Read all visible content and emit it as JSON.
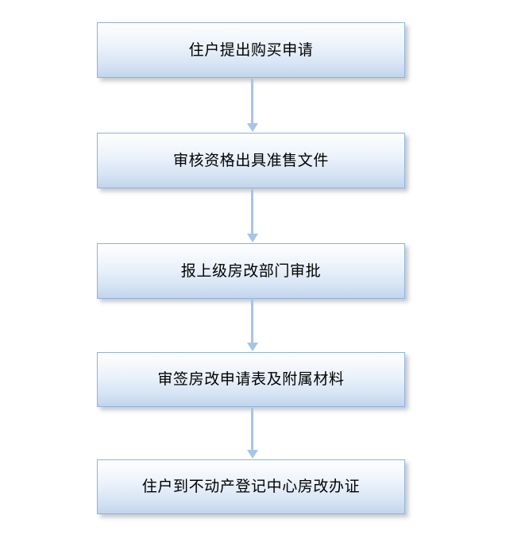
{
  "diagram": {
    "type": "flowchart",
    "orientation": "vertical",
    "title": "",
    "colors": {
      "node_border": "#8db3e2",
      "node_fill_top": "#fdfefe",
      "node_fill_bottom": "#c2d5ec",
      "connector": "#a6c5e7",
      "text": "#000000",
      "background": "#ffffff",
      "shadow": "rgba(120,128,138,0.42)"
    },
    "nodes": [
      {
        "id": "step-1",
        "label": "住户提出购买申请"
      },
      {
        "id": "step-2",
        "label": "审核资格出具准售文件"
      },
      {
        "id": "step-3",
        "label": "报上级房改部门审批"
      },
      {
        "id": "step-4",
        "label": "审签房改申请表及附属材料"
      },
      {
        "id": "step-5",
        "label": "住户到不动产登记中心房改办证"
      }
    ],
    "connectors": [
      {
        "id": "arrow-1",
        "from": "step-1",
        "to": "step-2",
        "direction": "down"
      },
      {
        "id": "arrow-2",
        "from": "step-2",
        "to": "step-3",
        "direction": "down"
      },
      {
        "id": "arrow-3",
        "from": "step-3",
        "to": "step-4",
        "direction": "down"
      },
      {
        "id": "arrow-4",
        "from": "step-4",
        "to": "step-5",
        "direction": "down"
      }
    ]
  }
}
